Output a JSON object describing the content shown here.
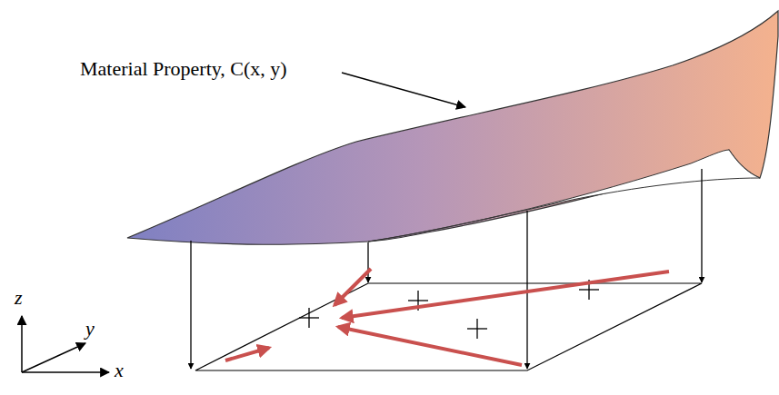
{
  "diagram": {
    "labels": [
      "Material Property, C(x, y)",
      "z",
      "y",
      "x"
    ]
  }
}
